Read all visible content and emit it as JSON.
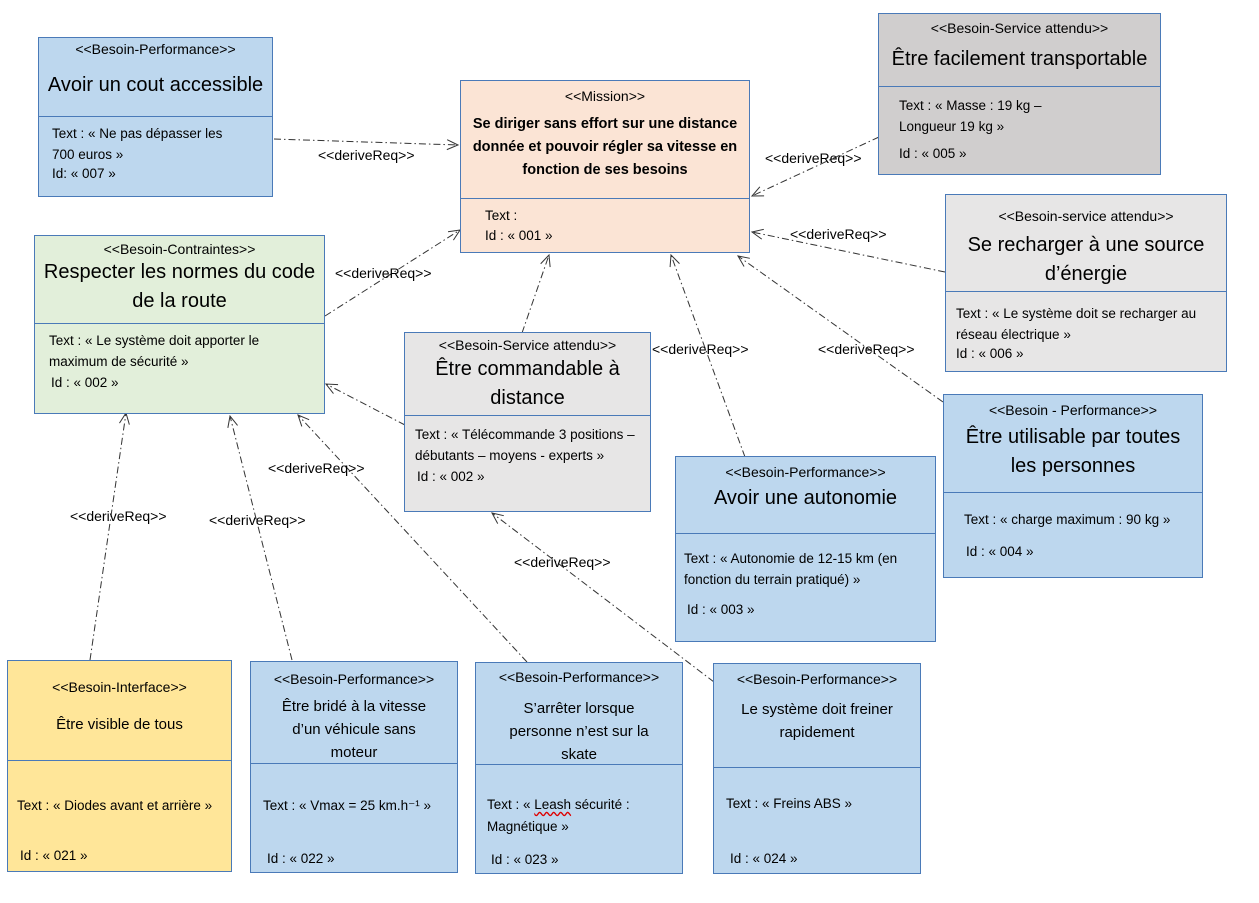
{
  "links": {
    "label": "<<deriveReq>>"
  },
  "mission": {
    "stereotype": "<<Mission>>",
    "title_lines": [
      "Se diriger sans effort sur une distance",
      "donnée et pouvoir régler sa vitesse en",
      "fonction de ses besoins"
    ],
    "text": "Text :",
    "id": "Id : « 001 »"
  },
  "b007": {
    "stereotype": "<<Besoin-Performance>>",
    "title": "Avoir un cout accessible",
    "text_lines": [
      "Text : « Ne pas dépasser les",
      "700 euros »"
    ],
    "id": "Id: « 007 »"
  },
  "b005": {
    "stereotype": "<<Besoin-Service attendu>>",
    "title": "Être facilement transportable",
    "text_lines": [
      "Text : « Masse : 19 kg –",
      "Longueur 19 kg »"
    ],
    "id": "Id : « 005 »"
  },
  "b006": {
    "stereotype": "<<Besoin-service attendu>>",
    "title_lines": [
      "Se recharger à une source",
      "d’énergie"
    ],
    "text_lines": [
      "Text : « Le système doit se recharger au",
      "réseau électrique »"
    ],
    "id": "Id : « 006 »"
  },
  "b002c": {
    "stereotype": "<<Besoin-Contraintes>>",
    "title_lines": [
      "Respecter les normes du code",
      "de la route"
    ],
    "text_lines": [
      "Text : « Le système doit apporter le",
      "maximum de sécurité »"
    ],
    "id": "Id : « 002 »"
  },
  "b002s": {
    "stereotype": "<<Besoin-Service attendu>>",
    "title_lines": [
      "Être commandable à",
      "distance"
    ],
    "text_lines": [
      "Text : « Télécommande 3 positions –",
      "débutants – moyens - experts »"
    ],
    "id": "Id : « 002 »"
  },
  "b003": {
    "stereotype": "<<Besoin-Performance>>",
    "title": "Avoir une autonomie",
    "text_lines": [
      "Text : « Autonomie de 12-15 km (en",
      "fonction du terrain pratiqué) »"
    ],
    "id": "Id : « 003 »"
  },
  "b004": {
    "stereotype": "<<Besoin - Performance>>",
    "title_lines": [
      "Être utilisable par toutes",
      "les personnes"
    ],
    "text": "Text : « charge maximum : 90 kg »",
    "id": "Id : « 004 »"
  },
  "b021": {
    "stereotype": "<<Besoin-Interface>>",
    "title": "Être visible de tous",
    "text": "Text : « Diodes avant et arrière »",
    "id": "Id : « 021 »"
  },
  "b022": {
    "stereotype": "<<Besoin-Performance>>",
    "title_lines": [
      "Être bridé à la vitesse",
      "d’un véhicule sans",
      "moteur"
    ],
    "text": "Text : « Vmax = 25 km.h⁻¹ »",
    "id": "Id : « 022 »"
  },
  "b023": {
    "stereotype": "<<Besoin-Performance>>",
    "title_lines": [
      "S’arrêter lorsque",
      "personne n’est sur la",
      "skate"
    ],
    "text_a": "Text : « ",
    "text_b": "Leash",
    "text_c": " sécurité :",
    "text_line2": "Magnétique »",
    "id": "Id : « 023 »"
  },
  "b024": {
    "stereotype": "<<Besoin-Performance>>",
    "title_lines": [
      "Le système doit freiner",
      "rapidement"
    ],
    "text": "Text : « Freins ABS »",
    "id": "Id : « 024 »"
  },
  "colors": {
    "blue": "#bdd7ee",
    "peach": "#fbe4d5",
    "grey": "#d0cece",
    "lightgrey": "#e7e6e6",
    "green": "#e2efda",
    "yellow": "#ffe699",
    "border": "#4a7ab8"
  }
}
